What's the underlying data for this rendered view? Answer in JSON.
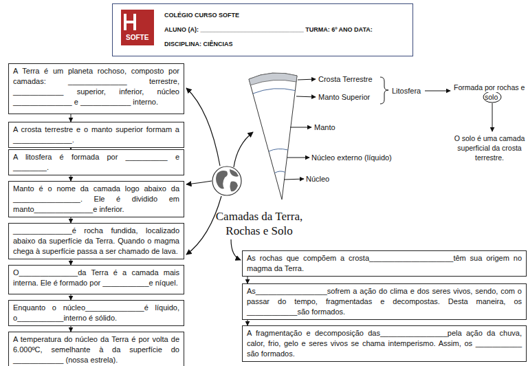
{
  "diagram": {
    "title": "Camadas da Terra, Rochas e Solo",
    "nodes": [
      {
        "text": [
          "COLÉGIO CURSO SOFTE",
          "ALUNO (A): ______________________________ TURMA: 6º ANO DATA:",
          "DISCIPLINA: CIÊNCIAS"
        ]
      },
      {
        "text": [
          "A Terra é um planeta rochoso, composto por camadas: ______________ terrestre, ____________ superior, inferior, núcleo ______________ e ____________ interno."
        ]
      },
      {
        "text": [
          "A crosta terrestre e o manto superior formam a ______________."
        ]
      },
      {
        "text": [
          "A litosfera é formada por __________ e ________."
        ]
      },
      {
        "text": [
          "Manto é o nome da camada logo abaixo da ________________. Ele é dividido em manto______________e inferior."
        ]
      },
      {
        "text": [
          "______________é rocha fundida, localizado abaixo da superfície da Terra. Quando o magma chega à superfície passa a ser chamado de lava."
        ]
      },
      {
        "text": [
          "O______________da Terra é a camada mais interna. Ele é formado por ___________e níquel."
        ]
      },
      {
        "text": [
          "Enquanto o núcleo______________é líquido, o___________interno é sólido."
        ]
      },
      {
        "text": [
          "A temperatura do núcleo da Terra é por volta de 6.000ºC, semelhante à da superfície do ____________ (nossa estrela)."
        ]
      },
      {
        "text": [
          "As rochas que compõem a crosta____________________têm sua origem no magma da Terra."
        ]
      },
      {
        "text": [
          "As_________________sofrem a ação do clima e dos seres vivos, sendo, com o passar do tempo, fragmentadas e decompostas. Desta maneira, os ____________são formados."
        ]
      },
      {
        "text": [
          "A fragmentação e decomposição das________________pela ação da chuva, calor, frio, gelo e seres vivos se chama intemperismo. Assim, os ___________ são formados."
        ]
      }
    ],
    "edges": [
      {
        "from": 1,
        "to": 2,
        "arrow": "to"
      },
      {
        "from": 2,
        "to": 3,
        "arrow": "to"
      },
      {
        "from": 3,
        "to": 4,
        "arrow": "to"
      },
      {
        "from": 4,
        "to": 5,
        "arrow": "to"
      },
      {
        "from": 5,
        "to": 6,
        "arrow": "to"
      },
      {
        "from": 6,
        "to": 7,
        "arrow": "to"
      },
      {
        "from": 7,
        "to": 8,
        "arrow": "to"
      },
      {
        "from": 9,
        "to": 10,
        "arrow": "to"
      },
      {
        "from": 10,
        "to": 11,
        "arrow": "to"
      }
    ],
    "labels": [
      "SOFTE",
      "Crosta Terrestre",
      "Manto Superior",
      "Litosfera",
      "Formada por rochas e",
      "solo",
      "O solo é uma camada superficial da crosta terrestre.",
      "Manto",
      "Núcleo externo (líquido)",
      "Núcleo"
    ]
  }
}
